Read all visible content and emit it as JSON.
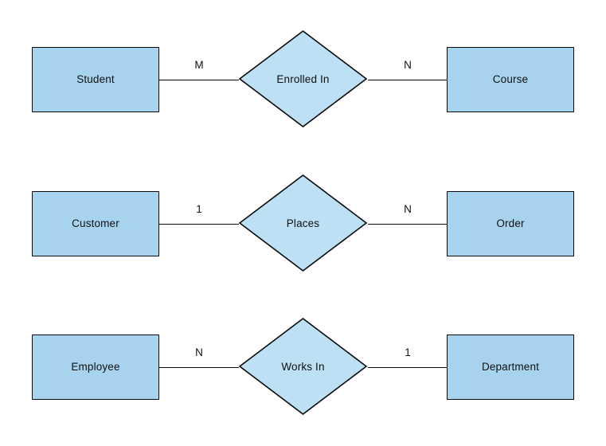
{
  "diagram": {
    "type": "entity-relationship-diagram",
    "notation": "chen",
    "background_color": "#ffffff",
    "entity_fill": "#a8d3ef",
    "relationship_fill": "#bde0f5",
    "stroke_color": "#0a0a0a",
    "rows": [
      {
        "left_entity": "Student",
        "left_cardinality": "M",
        "relationship": "Enrolled In",
        "right_cardinality": "N",
        "right_entity": "Course"
      },
      {
        "left_entity": "Customer",
        "left_cardinality": "1",
        "relationship": "Places",
        "right_cardinality": "N",
        "right_entity": "Order"
      },
      {
        "left_entity": "Employee",
        "left_cardinality": "N",
        "relationship": "Works In",
        "right_cardinality": "1",
        "right_entity": "Department"
      }
    ]
  }
}
